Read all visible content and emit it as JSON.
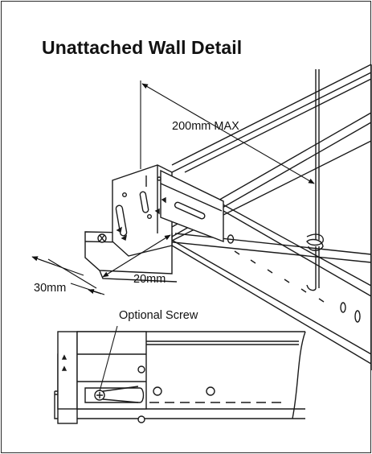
{
  "title": "Unattached Wall Detail",
  "labels": {
    "max_spacing": "200mm MAX",
    "dim_a": "20mm",
    "dim_b": "30mm",
    "optional_screw": "Optional Screw"
  }
}
